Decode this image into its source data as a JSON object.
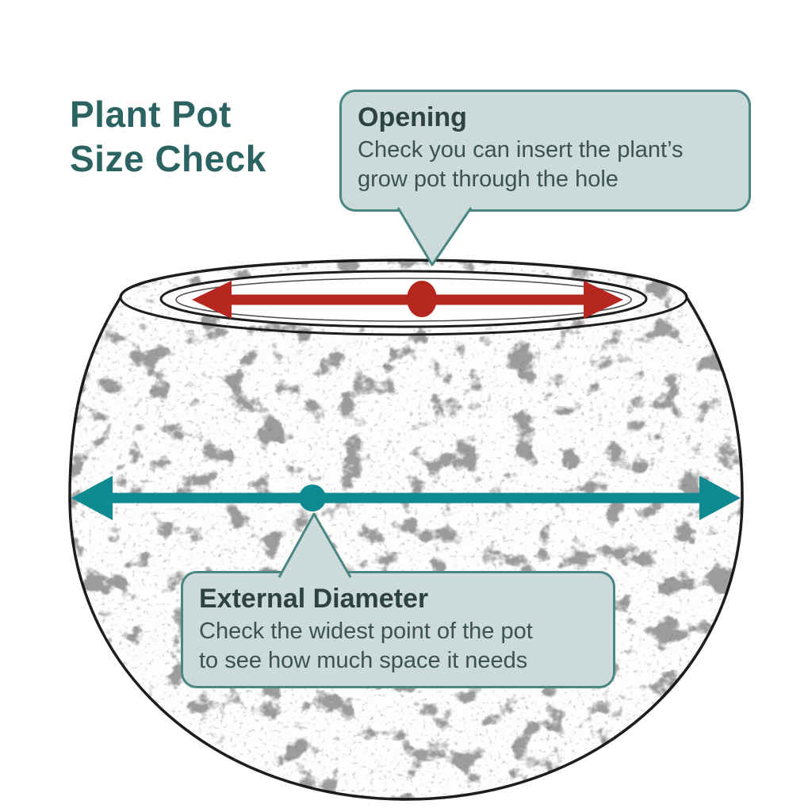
{
  "title": {
    "text": "Plant Pot\nSize Check"
  },
  "callouts": {
    "opening": {
      "heading": "Opening",
      "body": "Check you can insert the plant’s\ngrow pot through the hole"
    },
    "external": {
      "heading": "External Diameter",
      "body": "Check the widest point of the pot\nto see how much space it needs"
    }
  },
  "diagram": {
    "subject": "round plant pot sketch",
    "arrows": [
      {
        "name": "opening-diameter-arrow",
        "color": "#b5271f",
        "marks": "double-headed arrow across pot opening with center dot"
      },
      {
        "name": "external-diameter-arrow",
        "color": "#0e8a90",
        "marks": "double-headed arrow across widest point of pot with center dot"
      }
    ]
  },
  "colors": {
    "title_teal": "#2a6361",
    "callout_background": "#ccdbd9",
    "callout_border": "#4a8683",
    "opening_arrow_red": "#b5271f",
    "external_arrow_teal": "#0e8a90",
    "sketch_outline": "#1d1d1d"
  }
}
